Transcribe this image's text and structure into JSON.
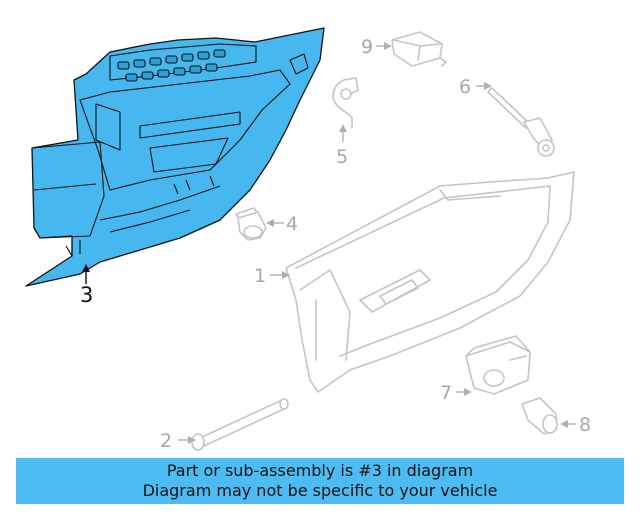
{
  "callouts": {
    "c1": "1",
    "c2": "2",
    "c3": "3",
    "c4": "4",
    "c5": "5",
    "c6": "6",
    "c7": "7",
    "c8": "8",
    "c9": "9"
  },
  "highlighted_part": "3",
  "colors": {
    "highlight": "#46b8ef",
    "banner": "#4dbcf3",
    "ghost_lines": "#c4c4c4"
  },
  "banner": {
    "line1": "Part or sub-assembly is #3 in diagram",
    "line2": "Diagram may not be specific to your vehicle"
  }
}
